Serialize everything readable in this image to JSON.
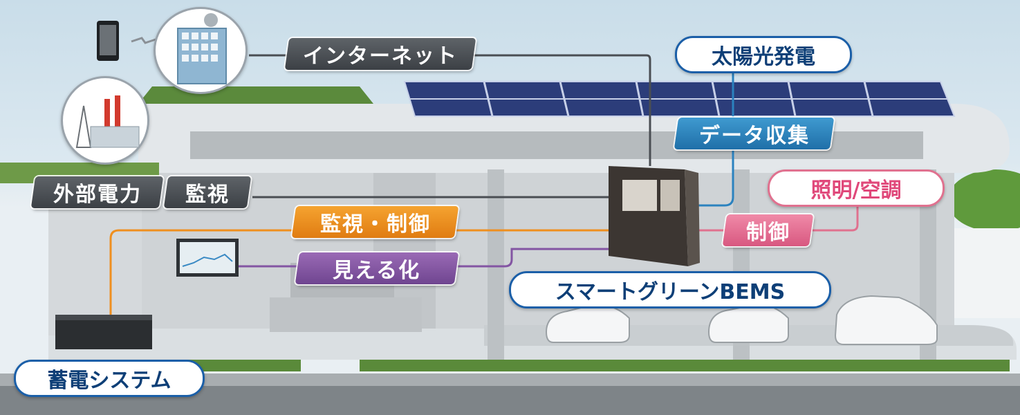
{
  "labels": {
    "internet": "インターネット",
    "solar": "太陽光発電",
    "data_collection": "データ収集",
    "lighting_ac": "照明/空調",
    "control": "制御",
    "external_power": "外部電力",
    "monitoring": "監視",
    "monitor_control": "監視・制御",
    "visualization": "見える化",
    "bems": "スマートグリーンBEMS",
    "storage": "蓄電システム"
  },
  "colors": {
    "dark": "#4a4e53",
    "orange": "#ef8f1f",
    "purple": "#8355a3",
    "blue": "#2b82bf",
    "pink": "#e0718f",
    "navy": "#1b5fa8",
    "sky": "#cfe0ea"
  },
  "icons": [
    "smartphone-icon",
    "office-building-icon",
    "power-plant-icon",
    "car-icon",
    "solar-panel-icon",
    "bems-cabinet-icon",
    "storage-battery-icon",
    "monitor-display-icon"
  ]
}
